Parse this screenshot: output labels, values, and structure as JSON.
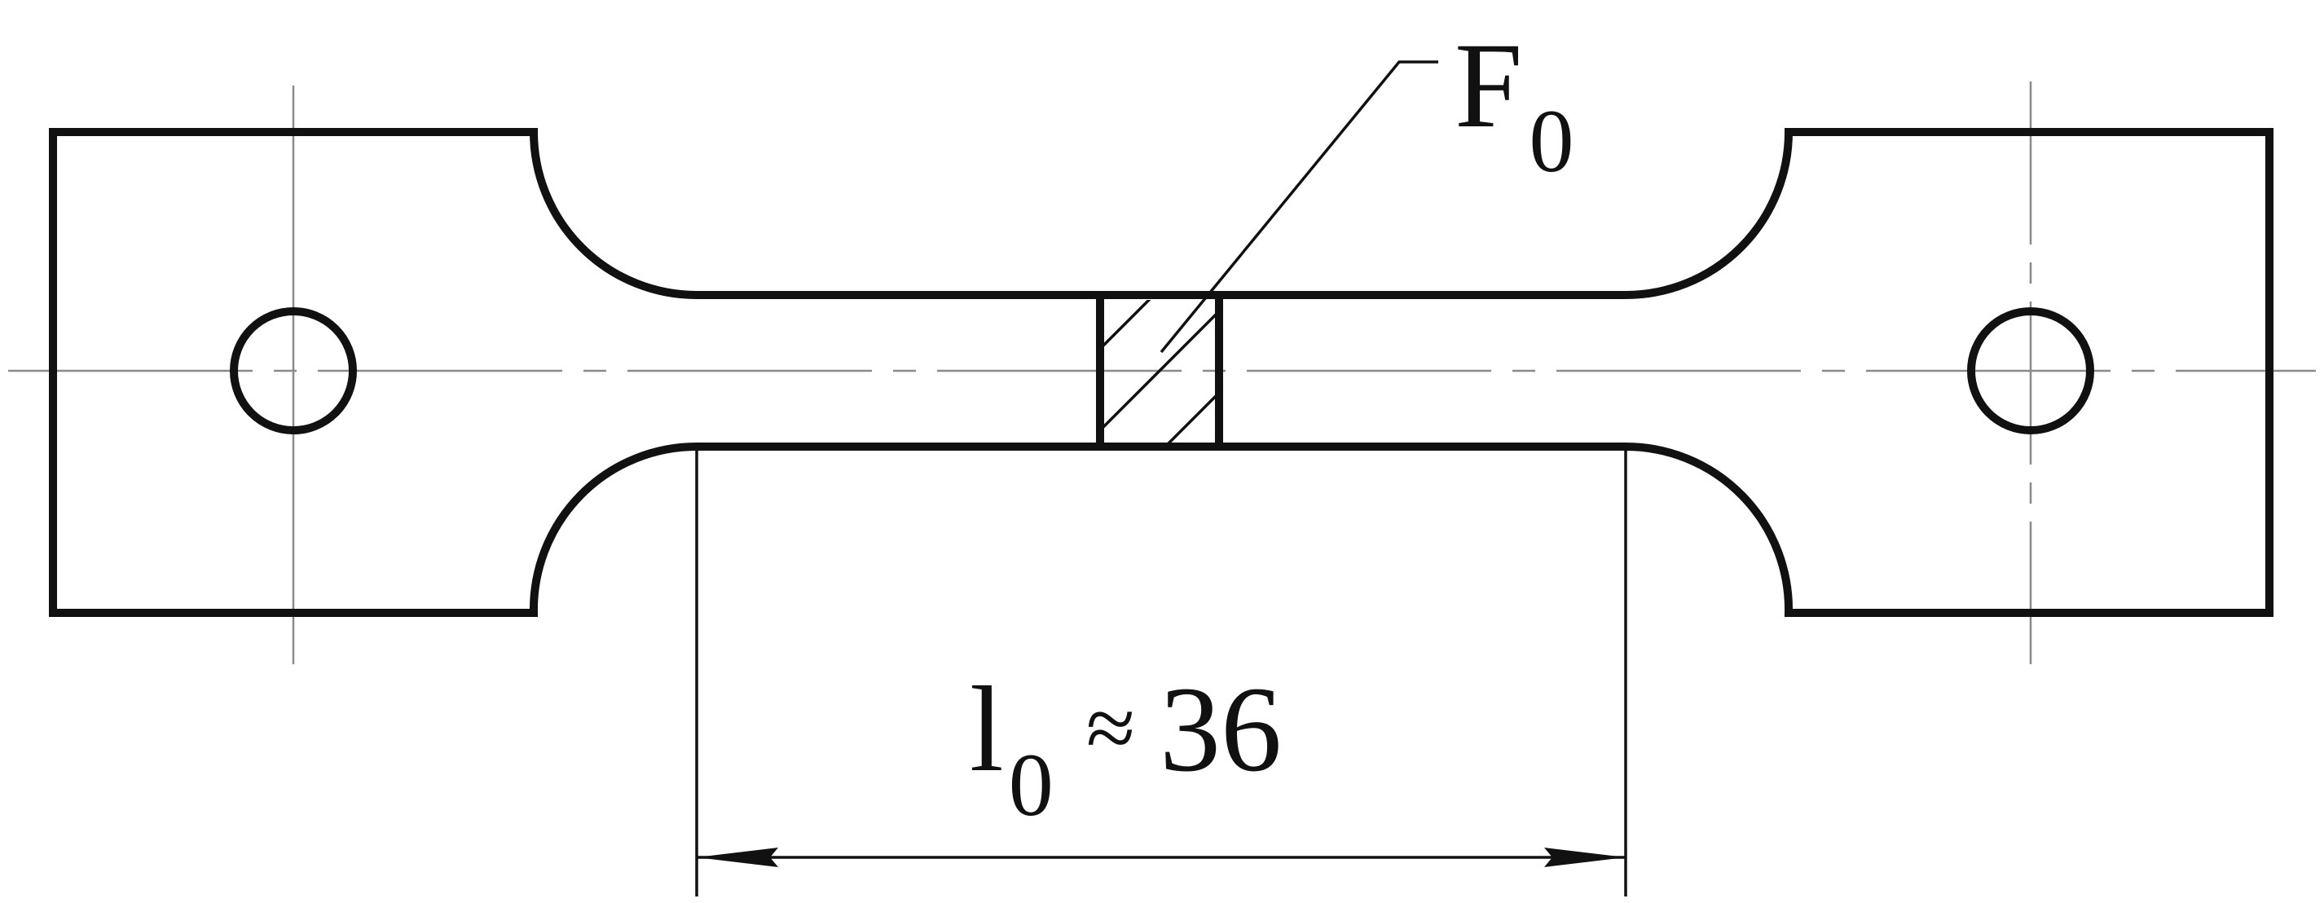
{
  "diagram": {
    "area_label": {
      "symbol": "F",
      "subscript": "0"
    },
    "length_label": {
      "symbol": "l",
      "subscript": "0",
      "relation": "≈",
      "value": "36"
    }
  },
  "colors": {
    "outline": "#111111",
    "center_lines": "#8a8a8a",
    "background": "#ffffff"
  }
}
